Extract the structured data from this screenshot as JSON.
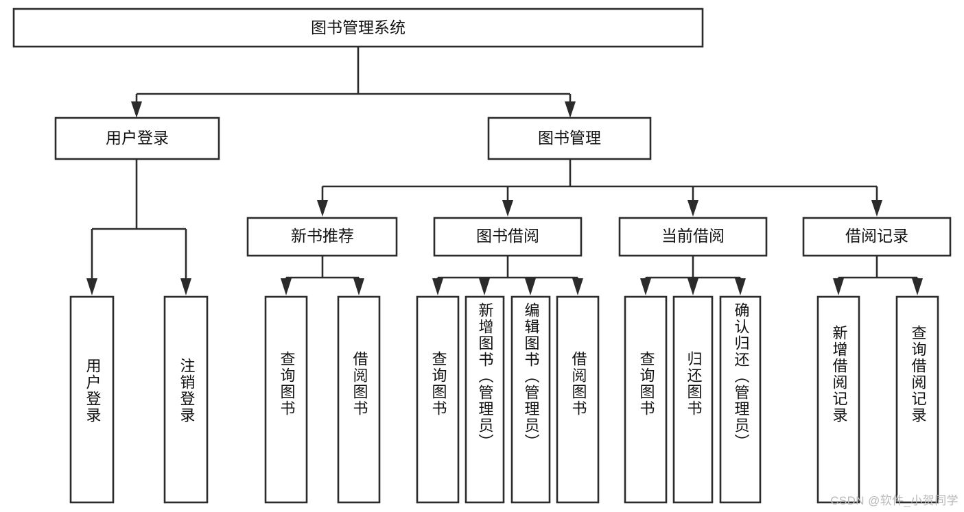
{
  "diagram": {
    "type": "hierarchy-tree",
    "title": "图书管理系统",
    "orientation": "top-down",
    "style": {
      "box_fill": "#ffffff",
      "box_stroke": "#2b2b2b",
      "text_color": "#111111",
      "background": "#ffffff",
      "watermark_color": "#b9b9b9"
    },
    "levels": {
      "root": "图书管理系统",
      "level2": [
        "用户登录",
        "图书管理"
      ],
      "level3": [
        "新书推荐",
        "图书借阅",
        "当前借阅",
        "借阅记录"
      ]
    },
    "nodes": {
      "root": {
        "label": "图书管理系统"
      },
      "user_login": {
        "label": "用户登录"
      },
      "book_manage": {
        "label": "图书管理"
      },
      "new_book_rec": {
        "label": "新书推荐"
      },
      "book_borrow": {
        "label": "图书借阅"
      },
      "current_borrow": {
        "label": "当前借阅"
      },
      "borrow_record": {
        "label": "借阅记录"
      }
    },
    "leaves": {
      "user_login": [
        "用户登录",
        "注销登录"
      ],
      "new_book_rec": [
        "查询图书",
        "借阅图书"
      ],
      "book_borrow": [
        "查询图书",
        "新增图书（管理员）",
        "编辑图书（管理员）",
        "借阅图书"
      ],
      "current_borrow": [
        "查询图书",
        "归还图书",
        "确认归还（管理员）"
      ],
      "borrow_record": [
        "新增借阅记录",
        "查询借阅记录"
      ]
    },
    "edges": [
      {
        "from": "图书管理系统",
        "to": "用户登录"
      },
      {
        "from": "图书管理系统",
        "to": "图书管理"
      },
      {
        "from": "图书管理",
        "to": "新书推荐"
      },
      {
        "from": "图书管理",
        "to": "图书借阅"
      },
      {
        "from": "图书管理",
        "to": "当前借阅"
      },
      {
        "from": "图书管理",
        "to": "借阅记录"
      },
      {
        "from": "用户登录",
        "to": "用户登录"
      },
      {
        "from": "用户登录",
        "to": "注销登录"
      },
      {
        "from": "新书推荐",
        "to": "查询图书"
      },
      {
        "from": "新书推荐",
        "to": "借阅图书"
      },
      {
        "from": "图书借阅",
        "to": "查询图书"
      },
      {
        "from": "图书借阅",
        "to": "新增图书（管理员）"
      },
      {
        "from": "图书借阅",
        "to": "编辑图书（管理员）"
      },
      {
        "from": "图书借阅",
        "to": "借阅图书"
      },
      {
        "from": "当前借阅",
        "to": "查询图书"
      },
      {
        "from": "当前借阅",
        "to": "归还图书"
      },
      {
        "from": "当前借阅",
        "to": "确认归还（管理员）"
      },
      {
        "from": "借阅记录",
        "to": "新增借阅记录"
      },
      {
        "from": "借阅记录",
        "to": "查询借阅记录"
      }
    ]
  },
  "watermark": "CSDN @软件_小贺同学"
}
